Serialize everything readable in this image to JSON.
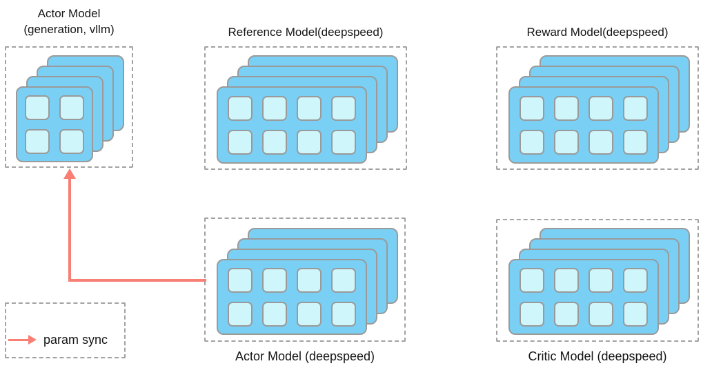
{
  "colors": {
    "card": "#79d0f4",
    "cell": "#cff6fb",
    "border": "#9a9a9a",
    "dash": "#a2a2a2",
    "arrow": "#f87f73",
    "text": "#151515"
  },
  "nodes": {
    "actor_vllm": {
      "title_line1": "Actor Model",
      "title_line2": "(generation, vllm)"
    },
    "reference": {
      "label": "Reference Model(deepspeed)"
    },
    "reward": {
      "label": "Reward Model(deepspeed)"
    },
    "actor_ds": {
      "label": "Actor Model (deepspeed)"
    },
    "critic": {
      "label": "Critic Model (deepspeed)"
    }
  },
  "stacks": {
    "actor_vllm": {
      "layers": 4,
      "rows": 2,
      "cols": 2
    },
    "reference": {
      "layers": 4,
      "rows": 2,
      "cols": 4
    },
    "reward": {
      "layers": 4,
      "rows": 2,
      "cols": 4
    },
    "actor_ds": {
      "layers": 4,
      "rows": 2,
      "cols": 4
    },
    "critic": {
      "layers": 4,
      "rows": 2,
      "cols": 4
    }
  },
  "legend": {
    "label": "param sync"
  }
}
